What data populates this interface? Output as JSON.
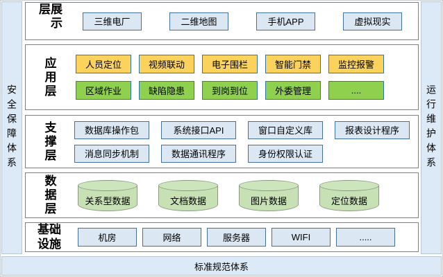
{
  "frame": {
    "left_sidebar": "安全保障体系",
    "right_sidebar": "运行维护体系",
    "bottom_bar": "标准规范体系"
  },
  "colors": {
    "panel_blue": "#dce9f6",
    "box_blue_fill": "#dbe7f3",
    "box_blue_border": "#41719c",
    "box_yellow_fill": "#fbd35c",
    "box_green_fill": "#8fd04f",
    "accent_border": "#2e75b6",
    "cylinder_green": "#c7e1b5",
    "layer_border": "#7f7f7f"
  },
  "layers": [
    {
      "label": "展示层",
      "items": [
        "三维电厂",
        "二维地图",
        "手机APP",
        "虚拟现实"
      ]
    },
    {
      "label": "应用层",
      "row1": [
        "人员定位",
        "视频联动",
        "电子围栏",
        "智能门禁",
        "监控报警"
      ],
      "row2": [
        "区域作业",
        "缺陷隐患",
        "到岗到位",
        "外委管理",
        "...."
      ]
    },
    {
      "label": "支撑层",
      "row1": [
        "数据库操作包",
        "系统接口API",
        "窗口自定义库",
        "报表设计程序"
      ],
      "row2": [
        "消息同步机制",
        "数据通讯程序",
        "身份权限认证"
      ]
    },
    {
      "label": "数据层",
      "items": [
        "关系型数据",
        "文档数据",
        "图片数据",
        "定位数据"
      ]
    },
    {
      "label": "基础设施",
      "items": [
        "机房",
        "网络",
        "服务器",
        "WIFI",
        "....."
      ]
    }
  ]
}
